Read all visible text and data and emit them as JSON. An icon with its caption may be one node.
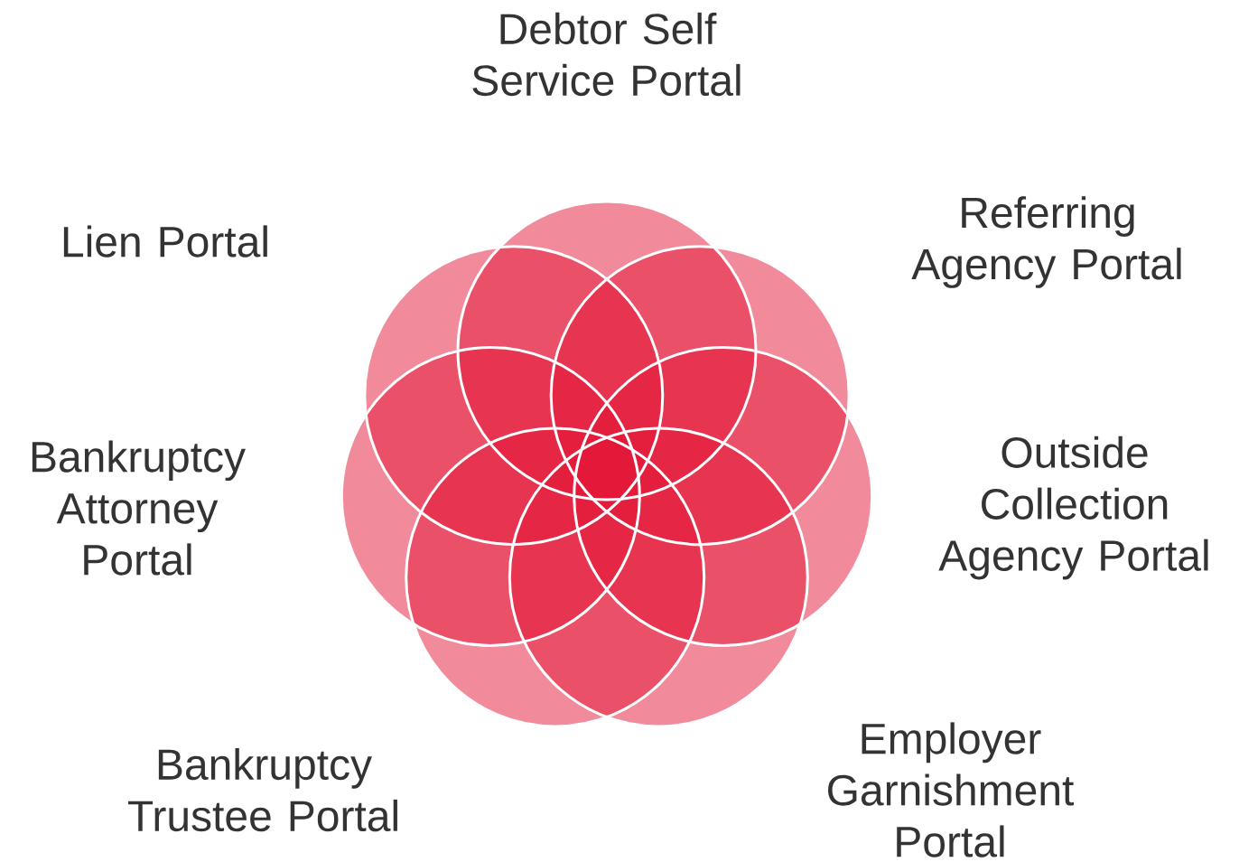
{
  "diagram": {
    "labels": [
      "Debtor Self Service Portal",
      "Referring Agency Portal",
      "Outside Collection Agency Portal",
      "Employer Garnishment Portal",
      "Bankruptcy Trustee Portal",
      "Bankruptcy Attorney Portal",
      "Lien Portal"
    ]
  }
}
